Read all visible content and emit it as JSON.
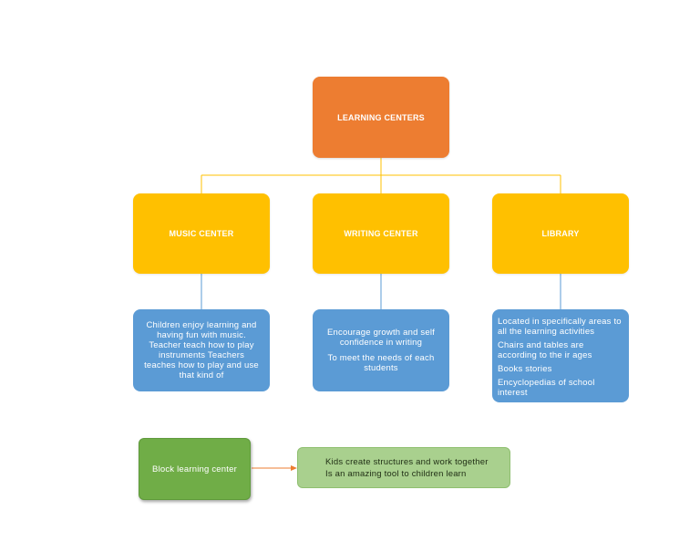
{
  "root": {
    "label": "LEARNING CENTERS"
  },
  "centers": [
    {
      "label": "MUSIC CENTER",
      "details": [
        "Children enjoy learning and having fun with music. Teacher teach how to play instruments Teachers teaches how to play and use that kind of"
      ]
    },
    {
      "label": "WRITING CENTER",
      "details": [
        "Encourage growth and self confidence in writing",
        "To meet the needs of each students"
      ]
    },
    {
      "label": "LIBRARY",
      "details": [
        "Located in specifically areas to all the learning activities",
        "Chairs and tables are according to the ir ages",
        "Books stories",
        "Encyclopedias of school interest"
      ]
    }
  ],
  "block": {
    "label": "Block learning center",
    "details": [
      "Kids create structures and work together",
      "Is an amazing tool to children learn"
    ]
  },
  "colors": {
    "root": "#ed7d31",
    "center": "#ffc000",
    "detail": "#5b9bd5",
    "block": "#70ad47",
    "block_detail": "#a9d08e",
    "connector_tree": "#ffc000",
    "connector_detail": "#5b9bd5",
    "arrow": "#ed7d31"
  }
}
